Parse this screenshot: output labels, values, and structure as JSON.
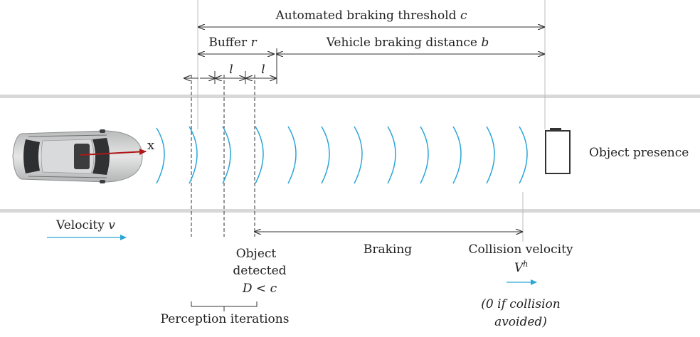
{
  "labels": {
    "threshold": "Automated braking threshold",
    "threshold_var": "c",
    "buffer": "Buffer",
    "buffer_var": "r",
    "braking_distance": "Vehicle braking distance",
    "braking_distance_var": "b",
    "l1": "l",
    "l2": "l",
    "x_marker": "x",
    "object_presence": "Object presence",
    "velocity": "Velocity",
    "velocity_var": "v",
    "braking": "Braking",
    "object_detected_1": "Object",
    "object_detected_2": "detected",
    "condition": "D < c",
    "collision_velocity": "Collision velocity",
    "collision_var": "V",
    "collision_var_sup": "h",
    "collision_note_1": "(0 if collision",
    "collision_note_2": "avoided)",
    "perception": "Perception iterations"
  },
  "colors": {
    "road_line": "#d8d8d8",
    "wave": "#2aa6d6",
    "arrow_blue": "#2aa6d6",
    "vector_red": "#b01818",
    "dimension": "#333333",
    "car_body": "#c9cacb"
  }
}
